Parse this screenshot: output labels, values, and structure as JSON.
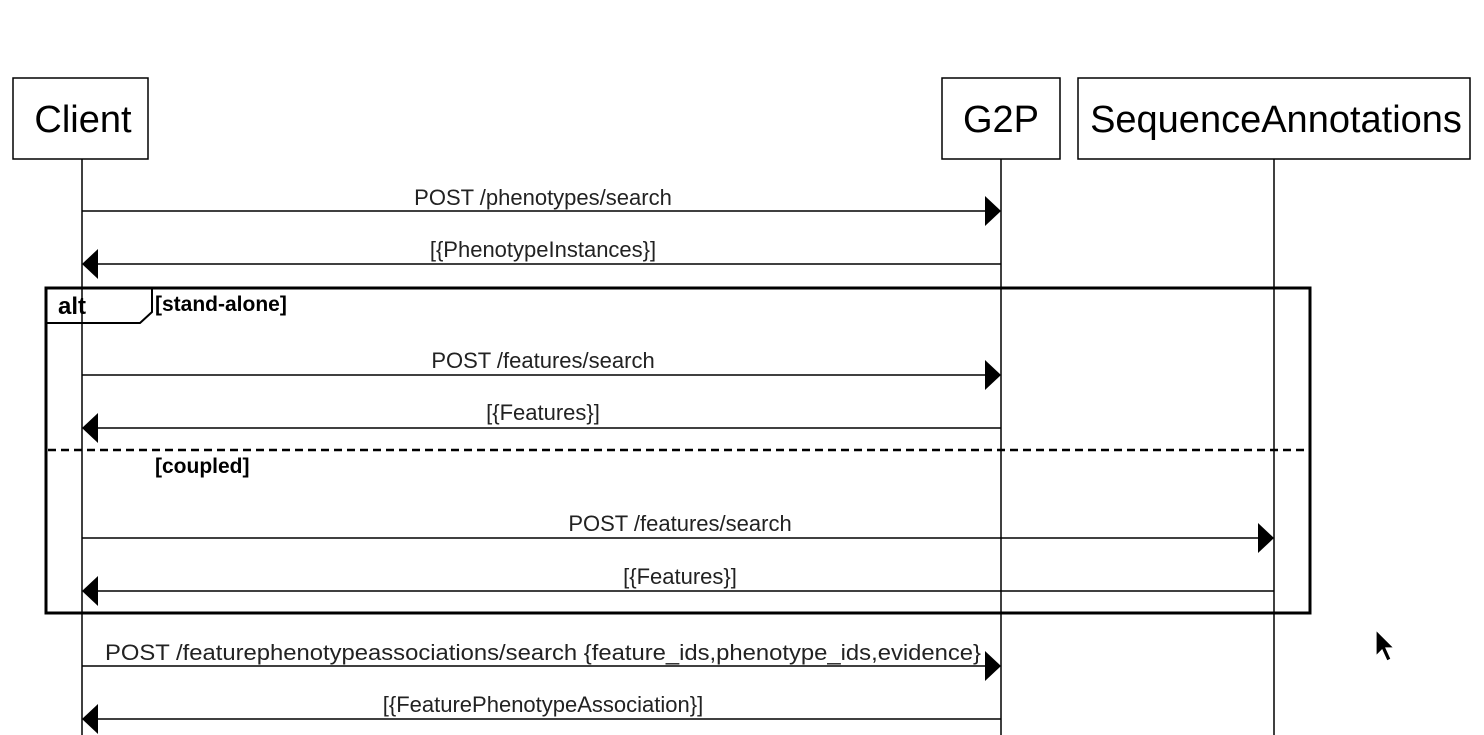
{
  "participants": [
    {
      "id": "client",
      "label": "Client"
    },
    {
      "id": "g2p",
      "label": "G2P"
    },
    {
      "id": "seqann",
      "label": "SequenceAnnotations"
    }
  ],
  "messages": [
    {
      "id": "m1",
      "from": "client",
      "to": "g2p",
      "label": "POST /phenotypes/search"
    },
    {
      "id": "m2",
      "from": "g2p",
      "to": "client",
      "label": "[{PhenotypeInstances}]"
    },
    {
      "id": "m3",
      "from": "client",
      "to": "g2p",
      "label": "POST /features/search"
    },
    {
      "id": "m4",
      "from": "g2p",
      "to": "client",
      "label": "[{Features}]"
    },
    {
      "id": "m5",
      "from": "client",
      "to": "seqann",
      "label": "POST /features/search"
    },
    {
      "id": "m6",
      "from": "seqann",
      "to": "client",
      "label": "[{Features}]"
    },
    {
      "id": "m7",
      "from": "client",
      "to": "g2p",
      "label": "POST /featurephenotypeassociations/search {feature_ids,phenotype_ids,evidence}"
    },
    {
      "id": "m8",
      "from": "g2p",
      "to": "client",
      "label": "[{FeaturePhenotypeAssociation}]"
    }
  ],
  "frame": {
    "operator": "alt",
    "guards": [
      "[stand-alone]",
      "[coupled]"
    ]
  },
  "colors": {
    "line": "#000000",
    "background": "#ffffff"
  }
}
